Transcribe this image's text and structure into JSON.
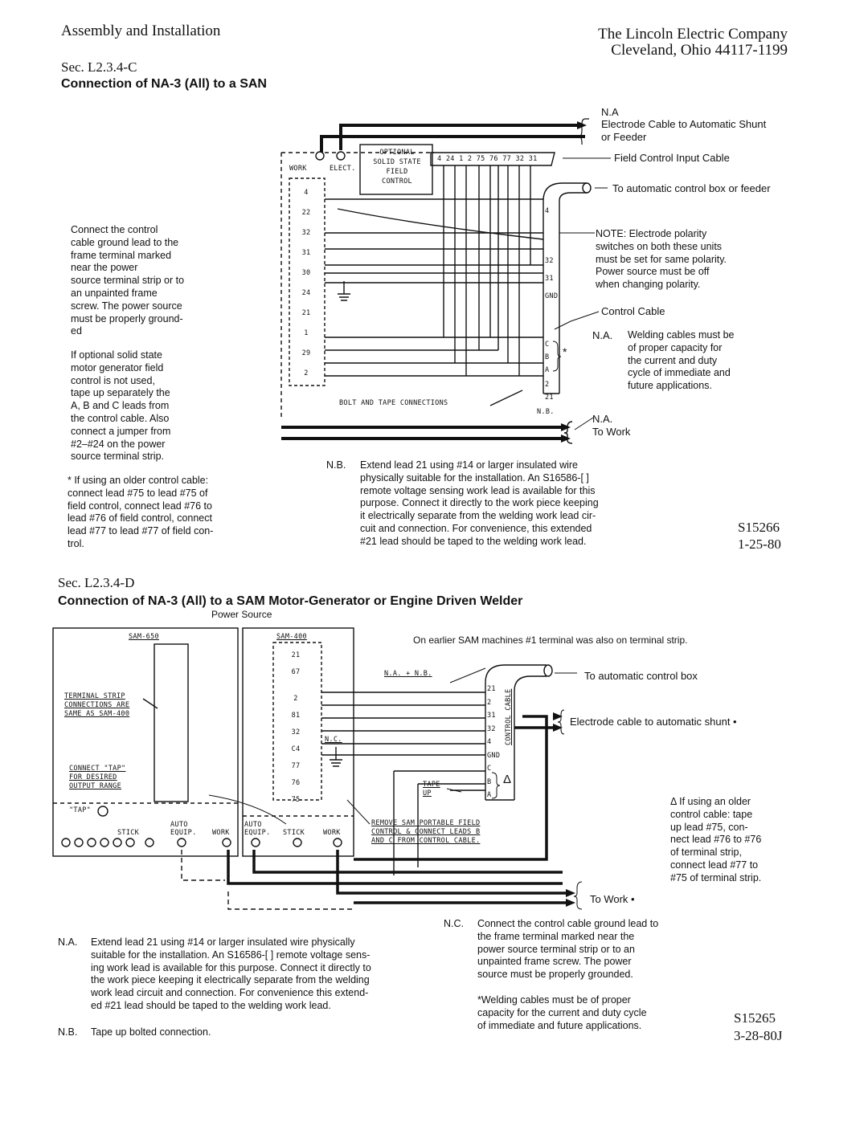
{
  "header": {
    "left": "Assembly and Installation",
    "company": "The Lincoln Electric Company",
    "city": "Cleveland, Ohio 44117-1199"
  },
  "sec_c": {
    "number": "Sec. L2.3.4-C",
    "title": "Connection of NA-3 (All) to a SAN",
    "note_ground": "Connect the control\ncable ground lead to the\nframe terminal marked\n        near the power\nsource terminal strip or to\nan unpainted frame\nscrew. The power source\nmust be properly ground-\ned",
    "note_optional": "If optional solid state\nmotor generator field\ncontrol is not used,\ntape up separately the\nA, B and C leads from\nthe control cable. Also\nconnect a jumper from\n#2–#24 on the power\nsource terminal strip.",
    "note_older": "* If using an older control cable:\nconnect lead #75 to lead #75 of\nfield control, connect lead #76 to\nlead #76 of field control, connect\nlead #77 to lead #77 of field con-\ntrol.",
    "na_top": "N.A",
    "electrode_cable": "Electrode Cable to Automatic Shunt\nor Feeder",
    "field_control_input": "Field Control Input Cable",
    "to_auto_control": "To automatic control box or feeder",
    "polarity_note": "NOTE: Electrode polarity\nswitches on both these units\nmust be set for same polarity.\nPower source must be off\nwhen changing polarity.",
    "control_cable": "Control Cable",
    "na_welding_tag": "N.A.",
    "na_welding": "Welding cables must be\nof proper capacity for\nthe current and duty\ncycle of immediate and\nfuture applications.",
    "na_work_tag": "N.A.",
    "to_work": "To Work",
    "nb_tag": "N.B.",
    "nb_text": "Extend lead 21 using #14 or larger insulated wire\nphysically suitable for the installation. An S16586-[ ]\nremote voltage sensing work lead is available for this\npurpose. Connect it directly to the work piece keeping\nit electrically separate from the welding work lead cir-\ncuit and connection. For convenience, this extended\n#21 lead should be taped to the welding work lead.",
    "drawing_no": "S15266",
    "date": "1-25-80",
    "work_label": "WORK",
    "elect_label": "ELECT.",
    "optional_box": "OPTIONAL\nSOLID STATE\nFIELD\nCONTROL",
    "strip_nums": "4  24  1  2  75  76  77  32 31",
    "bolt_tape": "BOLT AND TAPE CONNECTIONS",
    "nb_small": "N.B.",
    "star": "*",
    "terminals_left": [
      "4",
      "22",
      "32",
      "31",
      "30",
      "24",
      "21",
      "1",
      "29",
      "2"
    ],
    "terminals_right": [
      "4",
      "32",
      "31",
      "GND",
      "C",
      "B",
      "A",
      "2",
      "21"
    ]
  },
  "sec_d": {
    "number": "Sec. L2.3.4-D",
    "title": "Connection of NA-3 (All) to a SAM Motor-Generator or Engine Driven Welder",
    "power_source": "Power Source",
    "earlier_note": "On earlier SAM machines #1 terminal was also on terminal strip.",
    "sam650": "SAM-650",
    "sam400": "SAM-400",
    "terminal_strip": "TERMINAL STRIP\nCONNECTIONS ARE\nSAME AS SAM-400",
    "connect_tap": "CONNECT \"TAP\"\nFOR DESIRED\nOUTPUT RANGE",
    "tap": "\"TAP\"",
    "stick": "STICK",
    "auto_equip": "AUTO\nEQUIP.",
    "work": "WORK",
    "na_nb": "N.A. + N.B.",
    "nc": "N.C.",
    "tape_up": "TAPE\nUP",
    "remove_note": "REMOVE SAM PORTABLE FIELD\nCONTROL & CONNECT LEADS B\nAND C FROM CONTROL CABLE.",
    "control_cable": "CONTROL CABLE",
    "to_auto_box": "To automatic control box",
    "electrode_shunt": "Electrode cable to automatic shunt  •",
    "older_cable": "Δ If using an older\ncontrol cable: tape\nup lead #75, con-\nnect lead #76 to #76\nof terminal strip,\nconnect lead #77 to\n#75 of terminal strip.",
    "to_work": "To Work  •",
    "nc_tag": "N.C.",
    "nc_text": "Connect the control cable ground lead to\nthe frame terminal marked        near the\npower source terminal strip or to an\nunpainted frame screw. The power\nsource must be properly grounded.",
    "welding_note": "*Welding cables must be of proper\ncapacity for the current and duty cycle\nof immediate and future applications.",
    "na_tag": "N.A.",
    "na_text": "Extend lead 21 using #14 or larger insulated wire physically\nsuitable for the installation. An S16586-[ ] remote voltage sens-\ning work lead is available for this purpose. Connect it directly to\nthe work piece keeping it electrically separate from the welding\nwork lead circuit and connection. For convenience this extend-\ned #21 lead should be taped to the welding work lead.",
    "nb_tag": "N.B.",
    "nb_text": "Tape up bolted connection.",
    "drawing_no": "S15265",
    "date": "3-28-80J",
    "terminals_sam": [
      "21",
      "67",
      "2",
      "81",
      "32",
      "C4",
      "77",
      "76",
      "75"
    ],
    "terminals_cable": [
      "21",
      "2",
      "31",
      "32",
      "4",
      "GND",
      "C",
      "B",
      "A"
    ],
    "delta": "Δ"
  }
}
